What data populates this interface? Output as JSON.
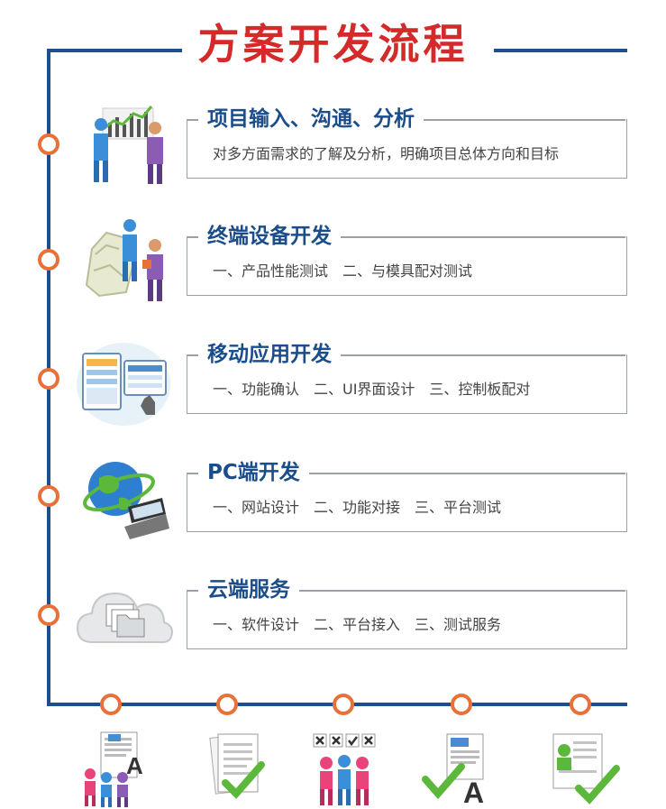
{
  "page": {
    "title": "方案开发流程"
  },
  "steps": [
    {
      "title": "项目输入、沟通、分析",
      "desc": "对多方面需求的了解及分析，明确项目总体方向和目标",
      "icon": "chart-presentation-icon"
    },
    {
      "title": "终端设备开发",
      "desc": "一、产品性能测试　二、与模具配对测试",
      "icon": "rock-carving-icon"
    },
    {
      "title": "移动应用开发",
      "desc": "一、功能确认　二、UI界面设计　三、控制板配对",
      "icon": "app-screens-icon"
    },
    {
      "title": "PC端开发",
      "desc": "一、网站设计　二、功能对接　三、平台测试",
      "icon": "globe-laptop-icon"
    },
    {
      "title": "云端服务",
      "desc": "一、软件设计　二、平台接入　三、测试服务",
      "icon": "cloud-folder-icon"
    }
  ],
  "bottom_icons": [
    "team-document-icon",
    "approved-document-icon",
    "team-review-icon",
    "document-check-icon",
    "user-document-check-icon"
  ],
  "colors": {
    "accent": "#d42a2a",
    "frame": "#1f4e8c",
    "node": "#e8713a",
    "title_blue": "#1b4d8a"
  }
}
